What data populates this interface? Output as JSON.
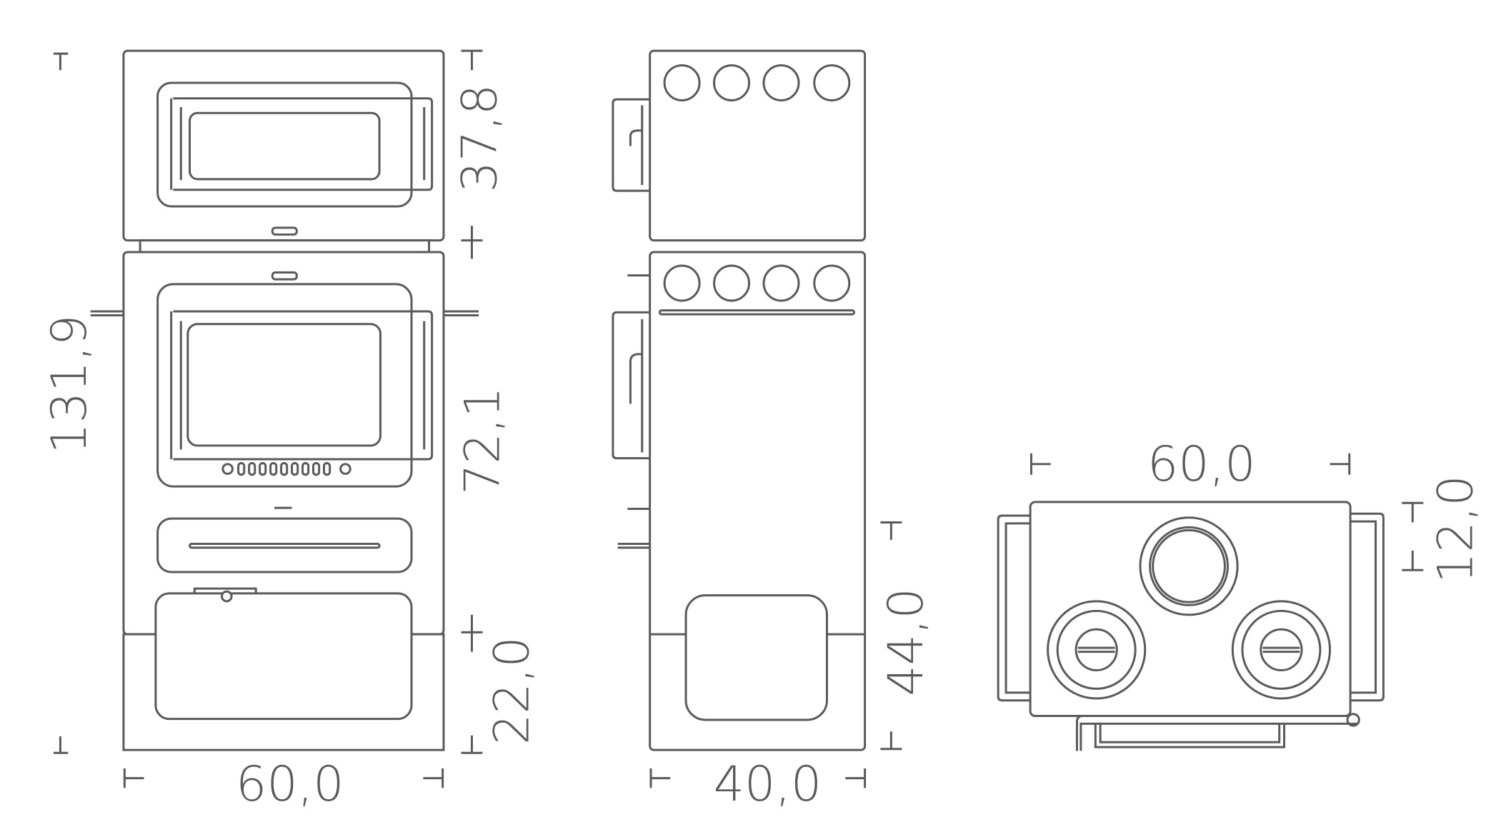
{
  "front_view": {
    "dimensions": {
      "top_oven_height": "37,8",
      "total_height": "131,9",
      "main_body_height": "72,1",
      "base_height": "22,0",
      "width": "60,0"
    }
  },
  "side_view": {
    "dimensions": {
      "depth": "40,0",
      "lower_height": "44,0"
    }
  },
  "top_view": {
    "dimensions": {
      "width": "60,0",
      "handle_offset": "12,0"
    }
  },
  "colors": {
    "line": "#5a5a5a",
    "background": "#ffffff"
  }
}
